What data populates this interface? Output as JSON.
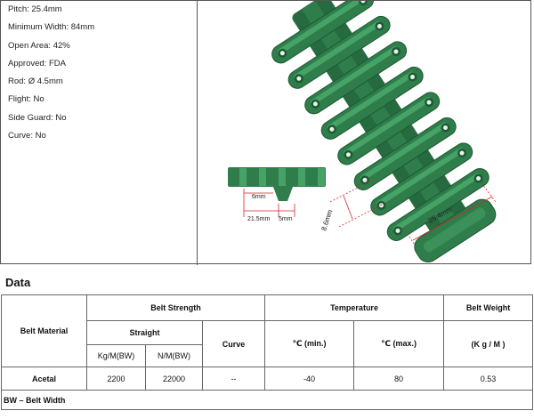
{
  "specs": [
    {
      "label": "Pitch:",
      "value": "25.4mm"
    },
    {
      "label": "Minimum Width:",
      "value": "84mm"
    },
    {
      "label": "Open Area:",
      "value": "42%"
    },
    {
      "label": "Approved:",
      "value": "FDA"
    },
    {
      "label": "Rod:",
      "value": "Ø 4.5mm"
    },
    {
      "label": "Flight:",
      "value": "No"
    },
    {
      "label": "Side Guard:",
      "value": "No"
    },
    {
      "label": "Curve:",
      "value": "No"
    }
  ],
  "figure": {
    "dim_6mm": "6mm",
    "dim_21_5mm": "21.5mm",
    "dim_5mm": "5mm",
    "dim_8_6mm": "8.6mm",
    "dim_25_4mm": "25.4mm",
    "belt_color": "#2e7d4a",
    "belt_dark": "#1d5a33",
    "belt_light": "#46a266",
    "dim_line_color": "#d9232a"
  },
  "section_title": "Data",
  "table": {
    "belt_material": "Belt Material",
    "belt_strength": "Belt Strength",
    "temperature": "Temperature",
    "belt_weight": "Belt Weight",
    "straight": "Straight",
    "curve": "Curve",
    "temp_min": "℃  (min.)",
    "temp_max": "℃  (max.)",
    "weight_unit": "(K g / M )",
    "kgm_bw": "Kg/M(BW)",
    "nm_bw": "N/M(BW)",
    "row": {
      "material": "Acetal",
      "kgm": "2200",
      "nm": "22000",
      "curve": "--",
      "tmin": "-40",
      "tmax": "80",
      "weight": "0.53"
    },
    "footnote": "BW – Belt Width"
  }
}
